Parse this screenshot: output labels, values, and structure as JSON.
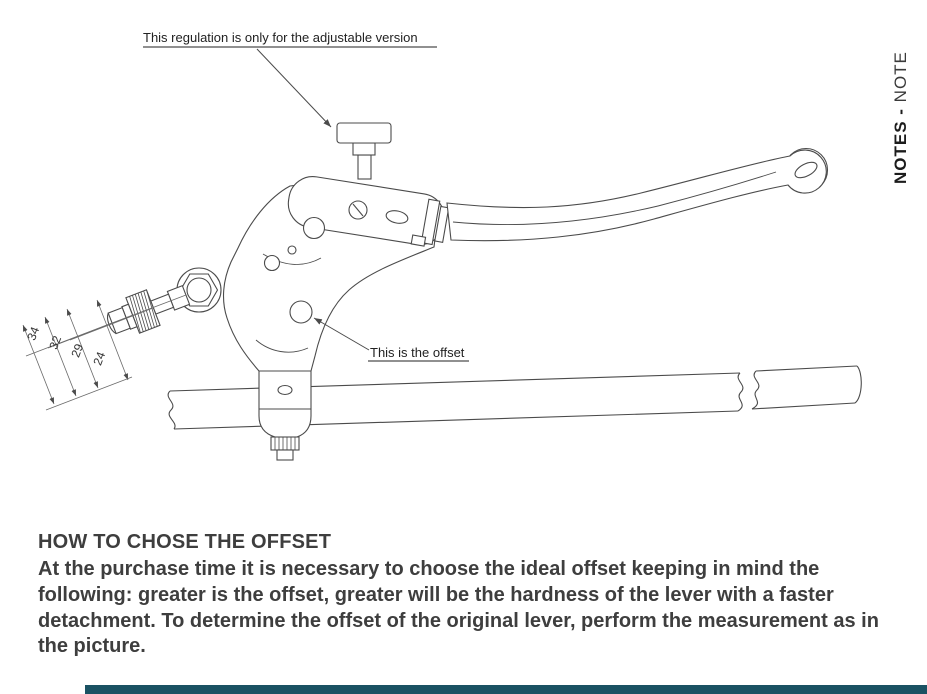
{
  "side_label": {
    "bold": "NOTES",
    "sep": " - ",
    "light": "NOTE"
  },
  "diagram": {
    "callout_adjustable": "This regulation is only for the adjustable version",
    "callout_offset": "This is the offset",
    "dimensions": {
      "d1": "34",
      "d2": "32",
      "d3": "29",
      "d4": "24"
    }
  },
  "content": {
    "heading": "HOW TO CHOSE THE OFFSET",
    "body": "At the purchase time it is necessary to choose the ideal offset keeping in mind the following: greater is the offset, greater will be the hardness of the lever with a faster detachment. To determine the offset of the original lever, perform the measurement as in the picture."
  },
  "footer": {
    "bar_color": "#1a5263"
  }
}
